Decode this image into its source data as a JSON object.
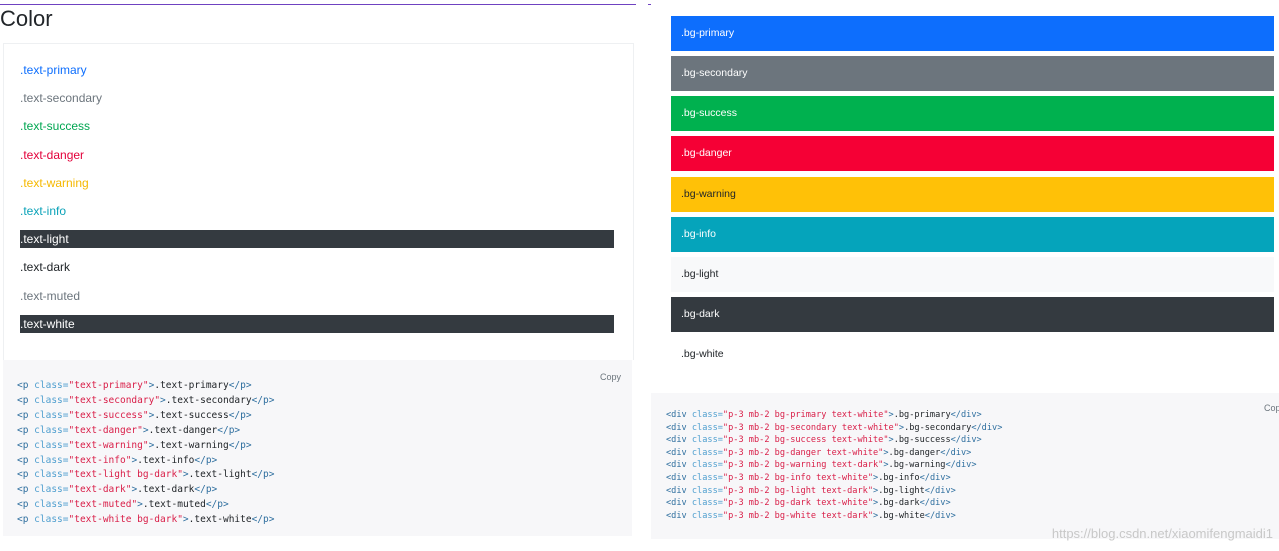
{
  "left": {
    "title": "Color",
    "copy_label": "Copy",
    "text_items": [
      {
        "label": ".text-primary",
        "color": "#0d6efd"
      },
      {
        "label": ".text-secondary",
        "color": "#6c757d"
      },
      {
        "label": ".text-success",
        "color": "#00a651"
      },
      {
        "label": ".text-danger",
        "color": "#e3003a"
      },
      {
        "label": ".text-warning",
        "color": "#f5b800"
      },
      {
        "label": ".text-info",
        "color": "#0aa2b8"
      },
      {
        "label": ".text-light",
        "color": "#ffffff",
        "bg": "#343a40"
      },
      {
        "label": ".text-dark",
        "color": "#212529"
      },
      {
        "label": ".text-muted",
        "color": "#6c757d"
      },
      {
        "label": ".text-white",
        "color": "#ffffff",
        "bg": "#343a40"
      }
    ],
    "code_lines": [
      {
        "cls": "text-primary",
        "text": ".text-primary"
      },
      {
        "cls": "text-secondary",
        "text": ".text-secondary"
      },
      {
        "cls": "text-success",
        "text": ".text-success"
      },
      {
        "cls": "text-danger",
        "text": ".text-danger"
      },
      {
        "cls": "text-warning",
        "text": ".text-warning"
      },
      {
        "cls": "text-info",
        "text": ".text-info"
      },
      {
        "cls": "text-light bg-dark",
        "text": ".text-light"
      },
      {
        "cls": "text-dark",
        "text": ".text-dark"
      },
      {
        "cls": "text-muted",
        "text": ".text-muted"
      },
      {
        "cls": "text-white bg-dark",
        "text": ".text-white"
      }
    ]
  },
  "right": {
    "copy_label": "Copy",
    "watermark": "https://blog.csdn.net/xiaomifengmaidi1",
    "bg_items": [
      {
        "label": ".bg-primary",
        "bg": "#0d6efd",
        "color": "#ffffff"
      },
      {
        "label": ".bg-secondary",
        "bg": "#6c757d",
        "color": "#ffffff"
      },
      {
        "label": ".bg-success",
        "bg": "#00b14f",
        "color": "#ffffff"
      },
      {
        "label": ".bg-danger",
        "bg": "#f50035",
        "color": "#ffffff"
      },
      {
        "label": ".bg-warning",
        "bg": "#ffc107",
        "color": "#212529"
      },
      {
        "label": ".bg-info",
        "bg": "#05a4bb",
        "color": "#ffffff"
      },
      {
        "label": ".bg-light",
        "bg": "#f8f9fa",
        "color": "#212529"
      },
      {
        "label": ".bg-dark",
        "bg": "#343a40",
        "color": "#ffffff"
      },
      {
        "label": ".bg-white",
        "bg": "#ffffff",
        "color": "#212529"
      }
    ],
    "code_lines": [
      {
        "cls": "p-3 mb-2 bg-primary text-white",
        "text": ".bg-primary"
      },
      {
        "cls": "p-3 mb-2 bg-secondary text-white",
        "text": ".bg-secondary"
      },
      {
        "cls": "p-3 mb-2 bg-success text-white",
        "text": ".bg-success"
      },
      {
        "cls": "p-3 mb-2 bg-danger text-white",
        "text": ".bg-danger"
      },
      {
        "cls": "p-3 mb-2 bg-warning text-dark",
        "text": ".bg-warning"
      },
      {
        "cls": "p-3 mb-2 bg-info text-white",
        "text": ".bg-info"
      },
      {
        "cls": "p-3 mb-2 bg-light text-dark",
        "text": ".bg-light"
      },
      {
        "cls": "p-3 mb-2 bg-dark text-white",
        "text": ".bg-dark"
      },
      {
        "cls": "p-3 mb-2 bg-white text-dark",
        "text": ".bg-white"
      }
    ]
  }
}
